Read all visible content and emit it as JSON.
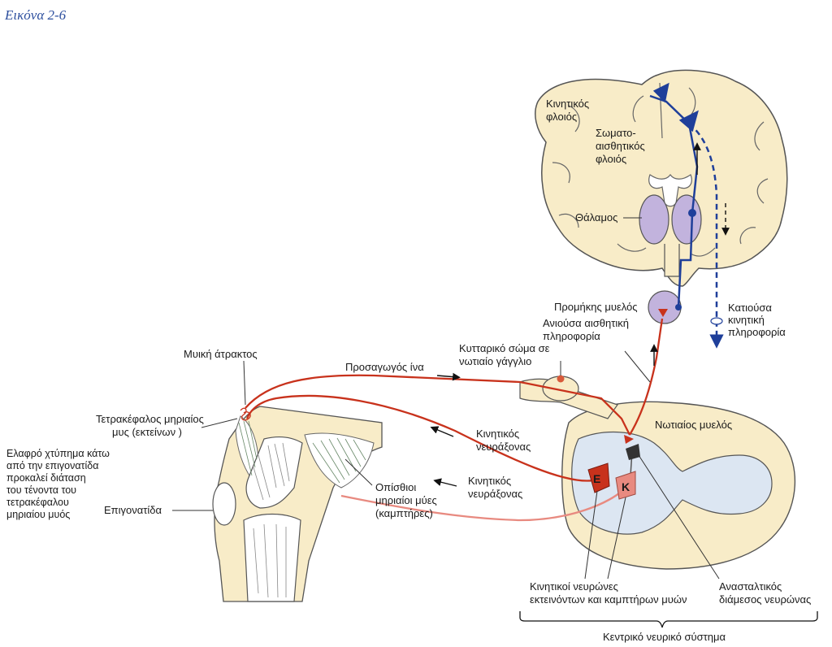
{
  "caption": {
    "figure_number": "Εικόνα 2-6"
  },
  "labels": {
    "motor_cortex": [
      "Κινητικός",
      "φλοιός"
    ],
    "somatosensory_cortex": [
      "Σωματο-",
      "αισθητικός",
      "φλοιός"
    ],
    "thalamus": "Θάλαμος",
    "medulla": "Προμήκης μυελός",
    "descending_motor": [
      "Κατιούσα",
      "κινητική",
      "πληροφορία"
    ],
    "ascending_sensory": [
      "Ανιούσα αισθητική",
      "πληροφορία"
    ],
    "cell_body_ganglion": [
      "Κυτταρικό σώμα σε",
      "νωτιαίο γάγγλιο"
    ],
    "muscle_spindle": "Μυική άτρακτος",
    "afferent_fiber": "Προσαγωγός ίνα",
    "quadriceps": [
      "Τετρακέφαλος μηριαίος",
      "μυς (εκτείνων )"
    ],
    "spinal_cord": "Νωτιαίος μυελός",
    "motor_axon_1": [
      "Κινητικός",
      "νευράξονας"
    ],
    "motor_axon_2": [
      "Κινητικός",
      "νευράξονας"
    ],
    "tap_description": [
      "Ελαφρό χτύπημα κάτω",
      "από την επιγονατίδα",
      "προκαλεί διάταση",
      "του τένοντα του",
      "τετρακέφαλου",
      "μηριαίου μυός"
    ],
    "patella": "Επιγονατίδα",
    "hamstrings": [
      "Οπίσθιοι",
      "μηριαίοι μύες",
      "(καμπτήρες)"
    ],
    "motor_neurons": [
      "Κινητικοί νευρώνες",
      "εκτεινόντων και καμπτήρων μυών"
    ],
    "inhibitory_interneuron": [
      "Ανασταλτικός",
      "διάμεσος νευρώνας"
    ],
    "cns": "Κεντρικό νευρικό σύστημα",
    "extensor_letter": "Ε",
    "flexor_letter": "Κ"
  },
  "colors": {
    "tissue": "#f8ecc8",
    "tissue_outline": "#555555",
    "thalamus": "#c2b3dd",
    "pathway_blue": "#1f3f9a",
    "pathway_red": "#c8321c",
    "pathway_pink": "#e88a80",
    "grey_matter": "#dce6f2"
  }
}
